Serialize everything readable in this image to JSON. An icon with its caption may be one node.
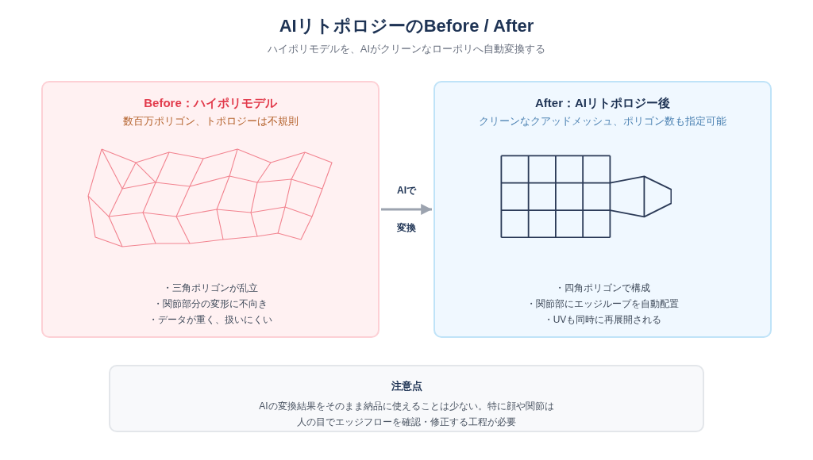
{
  "diagram": {
    "title": "AIリトポロジーのBefore / After",
    "nodes": [
      {
        "text": [
          "Before：ハイポリモデル",
          "数百万ポリゴン、トポロジーは不規則",
          "・三角ポリゴンが乱立",
          "・関節部分の変形に不向き",
          "・データが重く、扱いにくい"
        ]
      },
      {
        "text": [
          "After：AIリトポロジー後",
          "クリーンなクアッドメッシュ、ポリゴン数も指定可能",
          "・四角ポリゴンで構成",
          "・関節部にエッジループを自動配置",
          "・UVも同時に再展開される"
        ]
      },
      {
        "text": [
          "注意点",
          "AIの変換結果をそのまま納品に使えることは少ない。特に顔や関節は人の目でエッジフローを確認・修正する工程が必要"
        ]
      }
    ],
    "edges": [
      {
        "from": 0,
        "to": 1,
        "arrow": "to",
        "label": "AIで変換"
      }
    ],
    "labels": [
      "ハイポリモデルを、AIがクリーンなローポリへ自動変換する"
    ]
  }
}
